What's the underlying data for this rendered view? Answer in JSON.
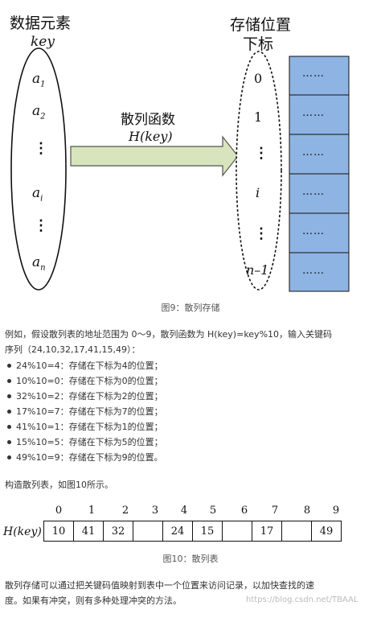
{
  "figure9": {
    "left_title": "数据元素",
    "left_subtitle": "key",
    "left_items": [
      "a",
      "a",
      "⋮",
      "a",
      "⋮",
      "a"
    ],
    "left_subs": [
      "1",
      "2",
      "",
      "i",
      "",
      "n"
    ],
    "arrow_label": "散列函数",
    "arrow_formula": "H(key)",
    "right_title": "存储位置",
    "right_subtitle": "下标",
    "right_items": [
      "0",
      "1",
      "⋮",
      "i",
      "⋮",
      "n–1"
    ],
    "cells": [
      "……",
      "……",
      "……",
      "……",
      "……",
      "……"
    ],
    "caption": "图9：散列存储",
    "colors": {
      "cell_fill": "#8eb4e3",
      "arrow_fill": "#d7e4bd"
    }
  },
  "example": {
    "intro_line1": "例如，假设散列表的地址范围为 0～9，散列函数为 H(key)=key%10，输入关键码",
    "intro_line2": "序列（24,10,32,17,41,15,49）：",
    "bullets": [
      "24%10=4：存储在下标为4的位置；",
      "10%10=0：存储在下标为0的位置；",
      "32%10=2：存储在下标为2的位置；",
      "17%10=7：存储在下标为7的位置；",
      "41%10=1：存储在下标为1的位置；",
      "15%10=5：存储在下标为5的位置；",
      "49%10=9：存储在下标为9的位置。"
    ],
    "build_line": "构造散列表，如图10所示。"
  },
  "figure10": {
    "row_label": "H(key)",
    "indices": [
      "0",
      "1",
      "2",
      "3",
      "4",
      "5",
      "6",
      "7",
      "8",
      "9"
    ],
    "values": [
      "10",
      "41",
      "32",
      "",
      "24",
      "15",
      "",
      "17",
      "",
      "49"
    ],
    "caption": "图10：散列表"
  },
  "conclusion": {
    "line1": "散列存储可以通过把关键码值映射到表中一个位置来访问记录，以加快查找的速",
    "line2": "度。如果有冲突，则有多种处理冲突的方法。"
  },
  "watermark": "https://blog.csdn.net/TBAAL"
}
